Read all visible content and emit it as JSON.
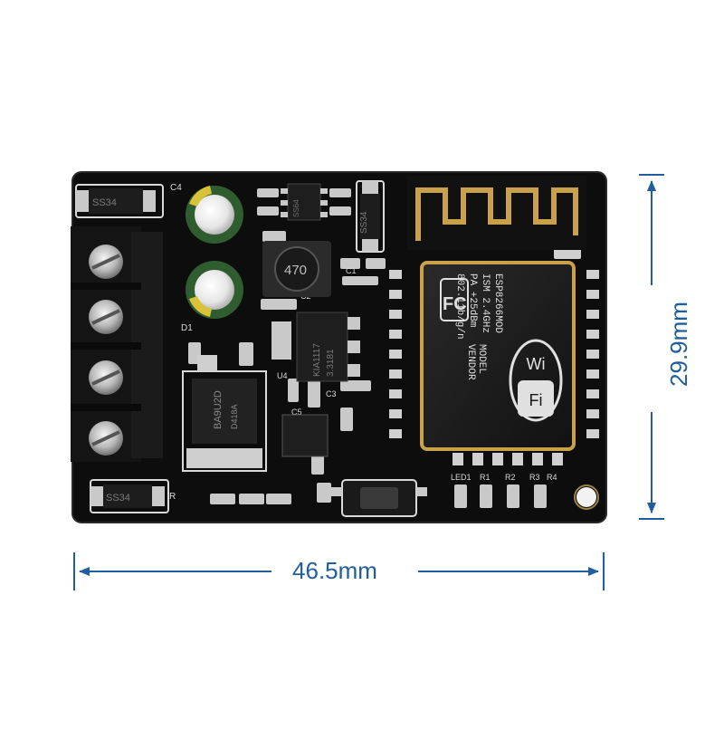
{
  "product": {
    "dimensions": {
      "width_label": "46.5mm",
      "height_label": "29.9mm",
      "color": "#1f5fa0"
    },
    "board": {
      "pcb_color": "#0d0d0d",
      "silkscreen_labels": [
        "SS34",
        "SS34",
        "SS34",
        "C4",
        "C2",
        "C1",
        "R",
        "D1",
        "C3",
        "U4",
        "C5",
        "LED1",
        "R1",
        "R2",
        "R3",
        "R4"
      ],
      "components": {
        "inductor_marking": "470",
        "regulator_marking_line1": "KIA1117",
        "regulator_marking_line2": "3.3181",
        "mosfet_marking_line1": "BA9U2D",
        "mosfet_marking_line2": "D418A",
        "smd_chip_marking": "SS64"
      },
      "wifi_module": {
        "line1": "MODEL",
        "line2": "VENDOR",
        "line3": "ESP8266MOD",
        "line4": "ISM 2.4GHz",
        "line5": "PA +25dBm",
        "line6": "802.11b/g/n",
        "fc_logo": "FC",
        "wifi_logo_wi": "Wi",
        "wifi_logo_fi": "Fi"
      }
    }
  }
}
